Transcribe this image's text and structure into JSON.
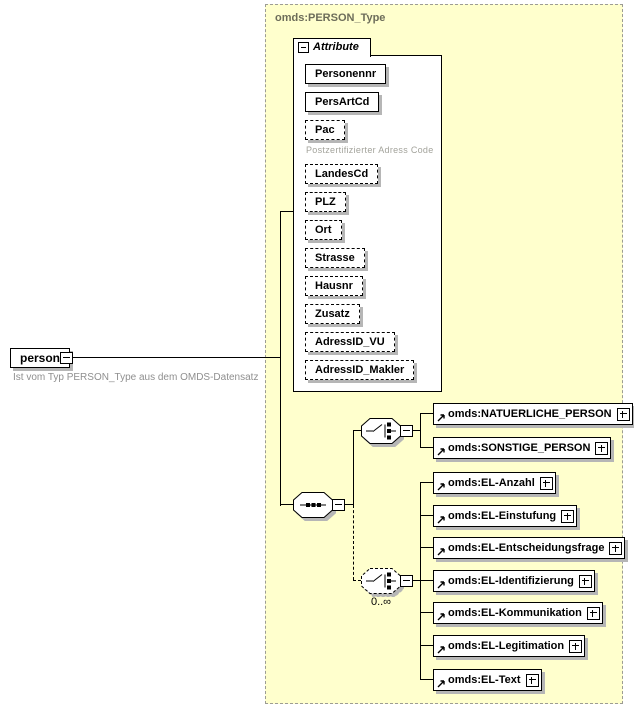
{
  "person": {
    "label": "person",
    "caption": "Ist vom Typ PERSON_Type aus dem OMDS-Datensatz"
  },
  "type_container": {
    "title": "omds:PERSON_Type"
  },
  "attributes": {
    "header": "Attribute",
    "items": [
      {
        "label": "Personennr",
        "required": true
      },
      {
        "label": "PersArtCd",
        "required": true
      },
      {
        "label": "Pac",
        "required": false,
        "note": "Postzertifizierter Adress Code"
      },
      {
        "label": "LandesCd",
        "required": false
      },
      {
        "label": "PLZ",
        "required": false
      },
      {
        "label": "Ort",
        "required": false
      },
      {
        "label": "Strasse",
        "required": false
      },
      {
        "label": "Hausnr",
        "required": false
      },
      {
        "label": "Zusatz",
        "required": false
      },
      {
        "label": "AdressID_VU",
        "required": false
      },
      {
        "label": "AdressID_Makler",
        "required": false
      }
    ]
  },
  "person_choice": {
    "compositor": "choice",
    "elements": [
      {
        "label": "omds:NATUERLICHE_PERSON"
      },
      {
        "label": "omds:SONSTIGE_PERSON"
      }
    ]
  },
  "el_choice": {
    "compositor": "choice",
    "occurrence": "0..∞",
    "elements": [
      {
        "label": "omds:EL-Anzahl"
      },
      {
        "label": "omds:EL-Einstufung"
      },
      {
        "label": "omds:EL-Entscheidungsfrage"
      },
      {
        "label": "omds:EL-Identifizierung"
      },
      {
        "label": "omds:EL-Kommunikation"
      },
      {
        "label": "omds:EL-Legitimation"
      },
      {
        "label": "omds:EL-Text"
      }
    ]
  },
  "icons": {
    "collapse": "minus-box",
    "expand": "plus-box",
    "reference": "ne-arrow",
    "sequence": "sequence-dots",
    "choice": "choice-switch"
  },
  "colors": {
    "canvas_bg": "#ffffff",
    "type_fill": "#ffffcd",
    "type_border": "#9c9c94",
    "type_title": "#6d6d5a",
    "node_border": "#000000",
    "node_fill": "#ffffff",
    "shadow": "#b6b6b6",
    "note_text": "#a3a39b",
    "caption_text": "#8f8f8f"
  }
}
